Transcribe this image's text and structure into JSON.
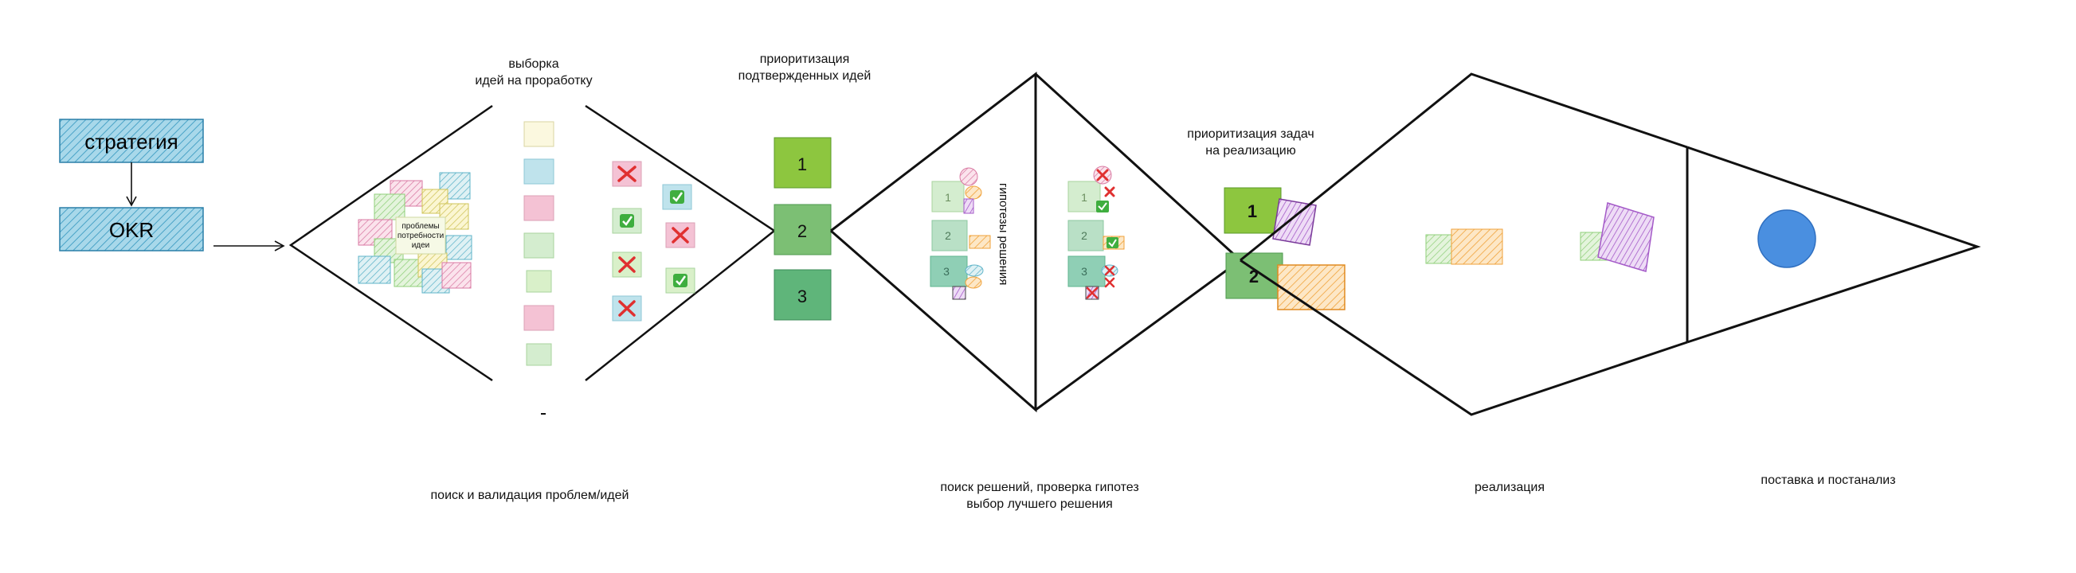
{
  "nodes": {
    "strategy": "стратегия",
    "okr": "OKR",
    "problems_cluster": [
      "проблемы",
      "потребности",
      "идеи"
    ],
    "vertical_label": "гипотезы решения"
  },
  "labels": {
    "selection": [
      "выборка",
      "идей на проработку"
    ],
    "prioritization_ideas": [
      "приоритизация",
      "подтвержденных идей"
    ],
    "prioritization_tasks": [
      "приоритизация задач",
      "на реализацию"
    ],
    "stage_search": "поиск и валидация проблем/идей",
    "stage_solutions": [
      "поиск решений, проверка гипотез",
      "выбор лучшего решения"
    ],
    "stage_implementation": "реализация",
    "stage_delivery": "поставка и постанализ"
  },
  "idea_numbers": [
    "1",
    "2",
    "3"
  ],
  "hypothesis_numbers": [
    "1",
    "2",
    "3"
  ],
  "task_numbers": [
    "1",
    "2"
  ],
  "colors": {
    "strategy_fill": "#a8d8ea",
    "green_dark": "#5fb57a",
    "green_mid": "#7cbf74",
    "green_light": "#8dc63f",
    "circle": "#4a8fe0",
    "pink": "#f4c2d4",
    "light_blue": "#bfe3ec",
    "light_green": "#d4edcf",
    "cross": "#e03030",
    "check": "#3fae3f"
  }
}
